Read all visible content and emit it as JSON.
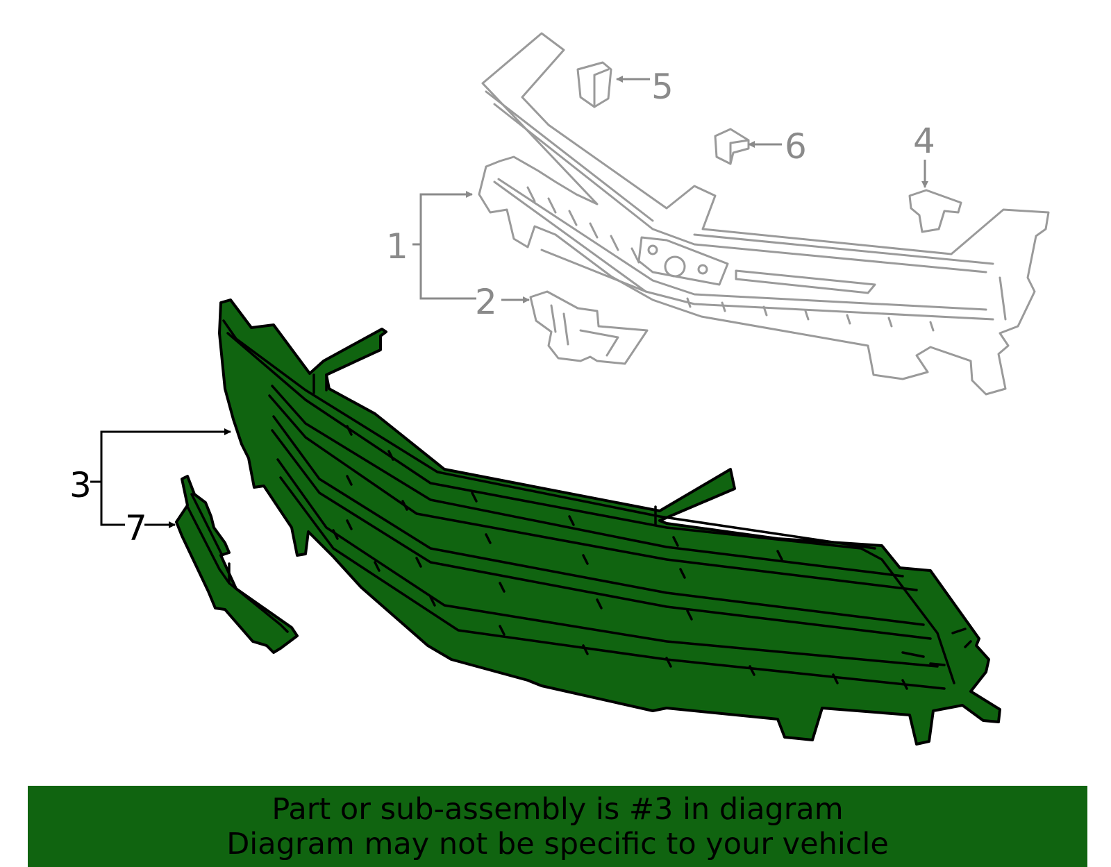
{
  "colors": {
    "highlight_part": "#106410",
    "banner_background": "#106410",
    "other_parts": "#9a9a9a",
    "outline": "#000000"
  },
  "callouts": {
    "c1": "1",
    "c2": "2",
    "c3": "3",
    "c4": "4",
    "c5": "5",
    "c6": "6",
    "c7": "7"
  },
  "highlighted_part_number": "3",
  "banner": {
    "line1": "Part or sub-assembly is #3 in diagram",
    "line2": "Diagram may not be specific to your vehicle"
  }
}
